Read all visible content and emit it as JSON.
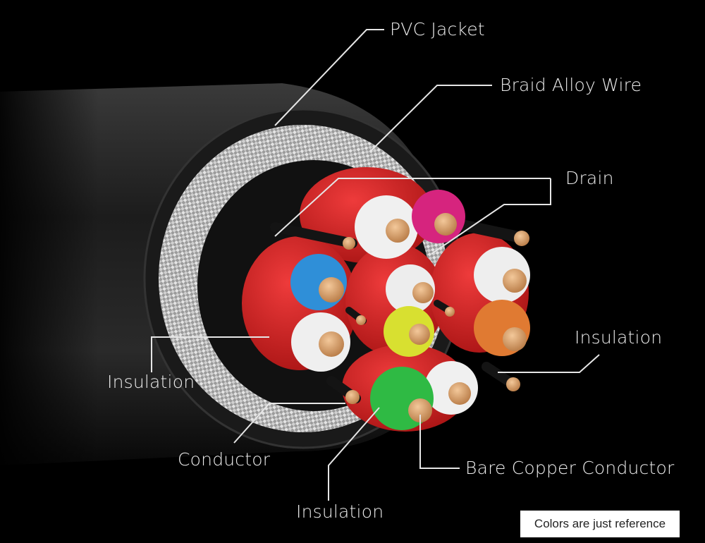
{
  "labels": {
    "pvc_jacket": "PVC Jacket",
    "braid_alloy_wire": "Braid Alloy Wire",
    "drain": "Drain",
    "insulation_right": "Insulation",
    "insulation_left": "Insulation",
    "conductor": "Conductor",
    "bare_copper_conductor": "Bare Copper Conductor",
    "insulation_bottom": "Insulation"
  },
  "note": "Colors are just reference",
  "colors": {
    "background": "#000000",
    "jacket": "#1e1e1e",
    "braid": "#c8c8c8",
    "pair_shield": "#d42020",
    "copper": "#d9a06a",
    "wire_white": "#eeeeee",
    "wire_magenta": "#d6247e",
    "wire_blue": "#2f8fd8",
    "wire_yellow": "#d8e030",
    "wire_orange": "#e07a32",
    "wire_green": "#2fba44",
    "leader_line": "#e6e6e6"
  }
}
